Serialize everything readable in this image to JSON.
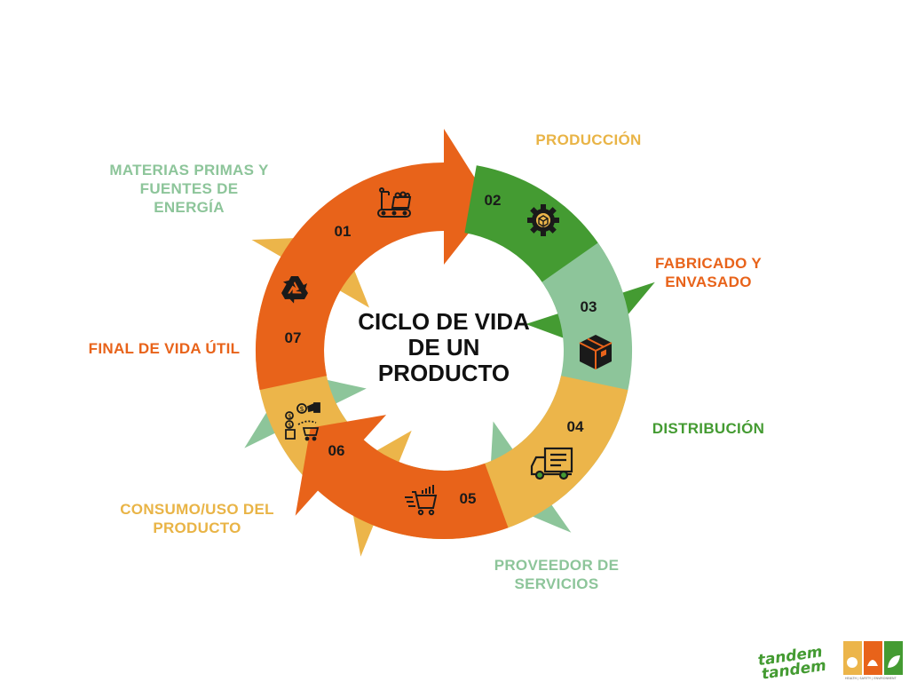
{
  "center_title": [
    "CICLO DE VIDA",
    "DE UN",
    "PRODUCTO"
  ],
  "colors": {
    "light_green": "#8dc59a",
    "yellow": "#ecb54a",
    "orange": "#e8631a",
    "green": "#449b32",
    "label_light_green": "#8dc59a",
    "label_yellow": "#e9b446",
    "label_orange": "#e8631a",
    "label_green": "#449b32"
  },
  "stages": [
    {
      "number": "01",
      "label": [
        "MATERIAS PRIMAS Y",
        "FUENTES DE",
        "ENERGÍA"
      ],
      "icon": "factory-conveyor-icon"
    },
    {
      "number": "02",
      "label": [
        "PRODUCCIÓN"
      ],
      "icon": "gear-box-icon"
    },
    {
      "number": "03",
      "label": [
        "FABRICADO Y",
        "ENVASADO"
      ],
      "icon": "package-box-icon"
    },
    {
      "number": "04",
      "label": [
        "DISTRIBUCIÓN"
      ],
      "icon": "delivery-truck-icon"
    },
    {
      "number": "05",
      "label": [
        "PROVEEDOR DE",
        "SERVICIOS"
      ],
      "icon": "shopping-cart-icon"
    },
    {
      "number": "06",
      "label": [
        "CONSUMO/USO DEL",
        "PRODUCTO"
      ],
      "icon": "consumer-purchase-icon"
    },
    {
      "number": "07",
      "label": [
        "FINAL DE VIDA ÚTIL"
      ],
      "icon": "recycle-icon"
    }
  ],
  "logo": {
    "text": "tandem",
    "tagline": "HEALTH | SAFETY | ENVIRONMENT"
  }
}
